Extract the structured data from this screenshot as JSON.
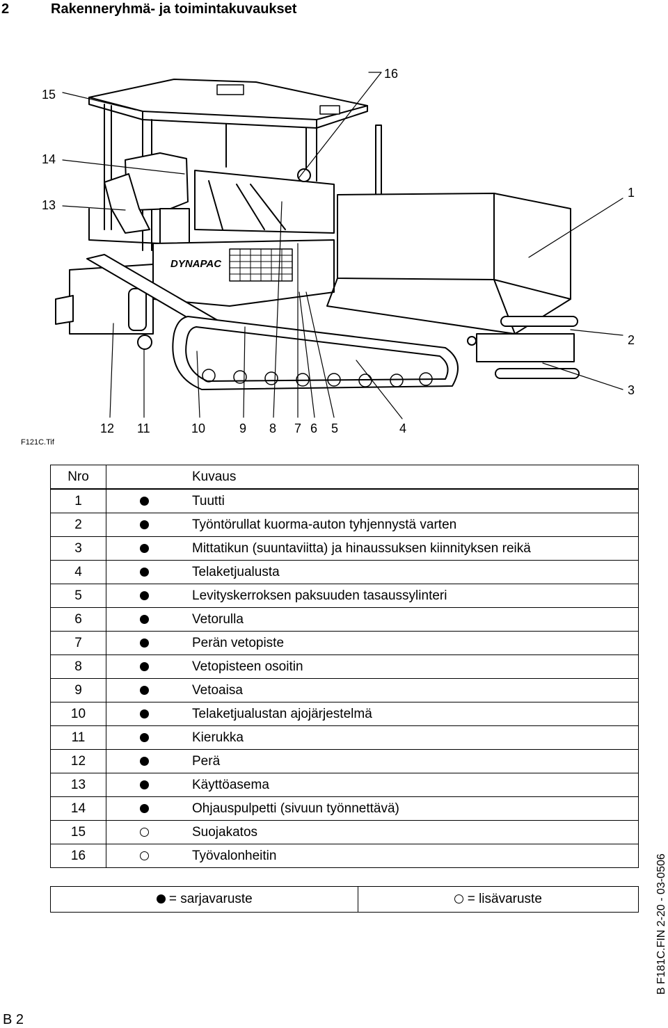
{
  "section": {
    "number": "2",
    "title": "Rakenneryhmä- ja toimintakuvaukset"
  },
  "figure": {
    "file_label": "F121C.Tif",
    "brand_text": "DYNAPAC",
    "callouts": {
      "c1": "1",
      "c2": "2",
      "c3": "3",
      "c4": "4",
      "c5": "5",
      "c6": "6",
      "c7": "7",
      "c8": "8",
      "c9": "9",
      "c10": "10",
      "c11": "11",
      "c12": "12",
      "c13": "13",
      "c14": "14",
      "c15": "15",
      "c16": "16"
    }
  },
  "table": {
    "header": {
      "nro": "Nro",
      "kuvaus": "Kuvaus"
    },
    "rows": [
      {
        "nro": "1",
        "type": "standard",
        "desc": "Tuutti"
      },
      {
        "nro": "2",
        "type": "standard",
        "desc": "Työntörullat kuorma-auton tyhjennystä varten"
      },
      {
        "nro": "3",
        "type": "standard",
        "desc": "Mittatikun (suuntaviitta) ja hinaussuksen kiinnityksen reikä"
      },
      {
        "nro": "4",
        "type": "standard",
        "desc": "Telaketjualusta"
      },
      {
        "nro": "5",
        "type": "standard",
        "desc": "Levityskerroksen paksuuden tasaussylinteri"
      },
      {
        "nro": "6",
        "type": "standard",
        "desc": "Vetorulla"
      },
      {
        "nro": "7",
        "type": "standard",
        "desc": "Perän vetopiste"
      },
      {
        "nro": "8",
        "type": "standard",
        "desc": "Vetopisteen osoitin"
      },
      {
        "nro": "9",
        "type": "standard",
        "desc": "Vetoaisa"
      },
      {
        "nro": "10",
        "type": "standard",
        "desc": "Telaketjualustan ajojärjestelmä"
      },
      {
        "nro": "11",
        "type": "standard",
        "desc": "Kierukka"
      },
      {
        "nro": "12",
        "type": "standard",
        "desc": "Perä"
      },
      {
        "nro": "13",
        "type": "standard",
        "desc": "Käyttöasema"
      },
      {
        "nro": "14",
        "type": "standard",
        "desc": "Ohjauspulpetti (sivuun työnnettävä)"
      },
      {
        "nro": "15",
        "type": "optional",
        "desc": "Suojakatos"
      },
      {
        "nro": "16",
        "type": "optional",
        "desc": "Työvalonheitin"
      }
    ]
  },
  "legend": {
    "standard": "= sarjavaruste",
    "optional": "= lisävaruste"
  },
  "footer": {
    "doc_code": "B F181C.FIN 2-20 - 03-0506",
    "page": "B 2"
  }
}
